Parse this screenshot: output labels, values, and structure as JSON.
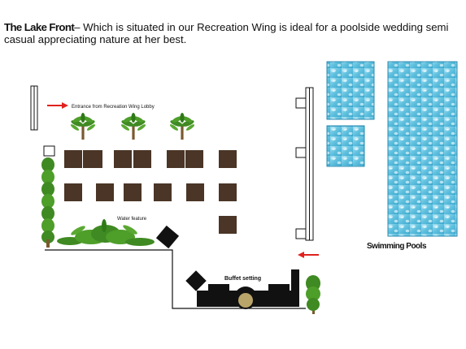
{
  "header": {
    "title": "The Lake Front",
    "description": "– Which is situated in our Recreation Wing is ideal for a poolside wedding semi casual appreciating nature at her best."
  },
  "labels": {
    "entrance": "Entrance from Recreation Wing Lobby",
    "water_feature": "Water feature",
    "buffet": "Buffet setting",
    "pools": "Swimming Pools"
  },
  "colors": {
    "table": "#4a3526",
    "arrow": "#e0211c",
    "pool": "#5fc0de",
    "palm": "#3f8a22",
    "trunk": "#7a5a2e",
    "counter": "#111111",
    "buffet_dish": "#b9a46a"
  },
  "icons": [
    "arrow-right-icon",
    "arrow-left-icon",
    "palm-tree-icon",
    "pool-icon"
  ]
}
